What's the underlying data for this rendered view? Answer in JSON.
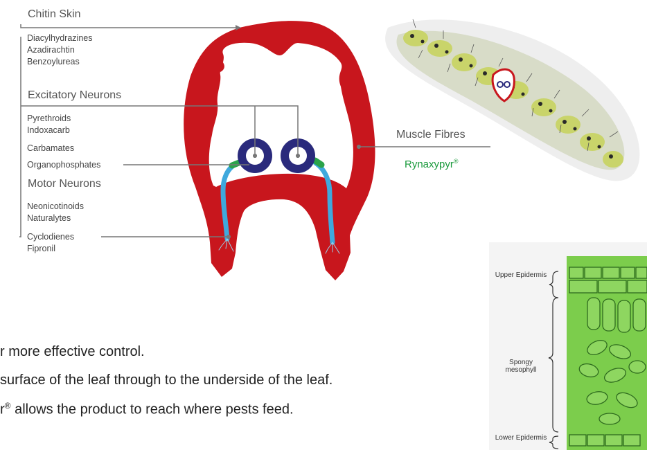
{
  "diagram": {
    "chitin_skin": {
      "heading": "Chitin Skin",
      "items": [
        "Diacylhydrazines",
        "Azadirachtin",
        "Benzoylureas"
      ]
    },
    "excitatory_neurons": {
      "heading": "Excitatory Neurons",
      "items": [
        "Pyrethroids",
        "Indoxacarb",
        "Carbamates",
        "Organophosphates"
      ]
    },
    "motor_neurons": {
      "heading": "Motor Neurons",
      "items": [
        "Neonicotinoids",
        "Naturalytes",
        "Cyclodienes",
        "Fipronil"
      ]
    },
    "muscle_fibres": {
      "heading": "Muscle Fibres",
      "product": "Rynaxypyr",
      "product_mark": "®"
    }
  },
  "leaf": {
    "upper": "Upper Epidermis",
    "spongy": "Spongy mesophyll",
    "lower": "Lower Epidermis"
  },
  "bottom_text": {
    "line1": "r more effective control.",
    "line2": "surface of the leaf through to the underside of the leaf.",
    "line3_pre": "r",
    "line3_mark": "®",
    "line3_post": " allows the product to reach where pests feed."
  },
  "colors": {
    "red": "#c8161d",
    "neuron_blue": "#2a2a7c",
    "nerve_light_blue": "#3fa9dd",
    "connector_green": "#2aa34a",
    "leaf_green": "#7ccd4c",
    "rynaxypyr_green": "#1a9a3c",
    "line_gray": "#777777"
  }
}
